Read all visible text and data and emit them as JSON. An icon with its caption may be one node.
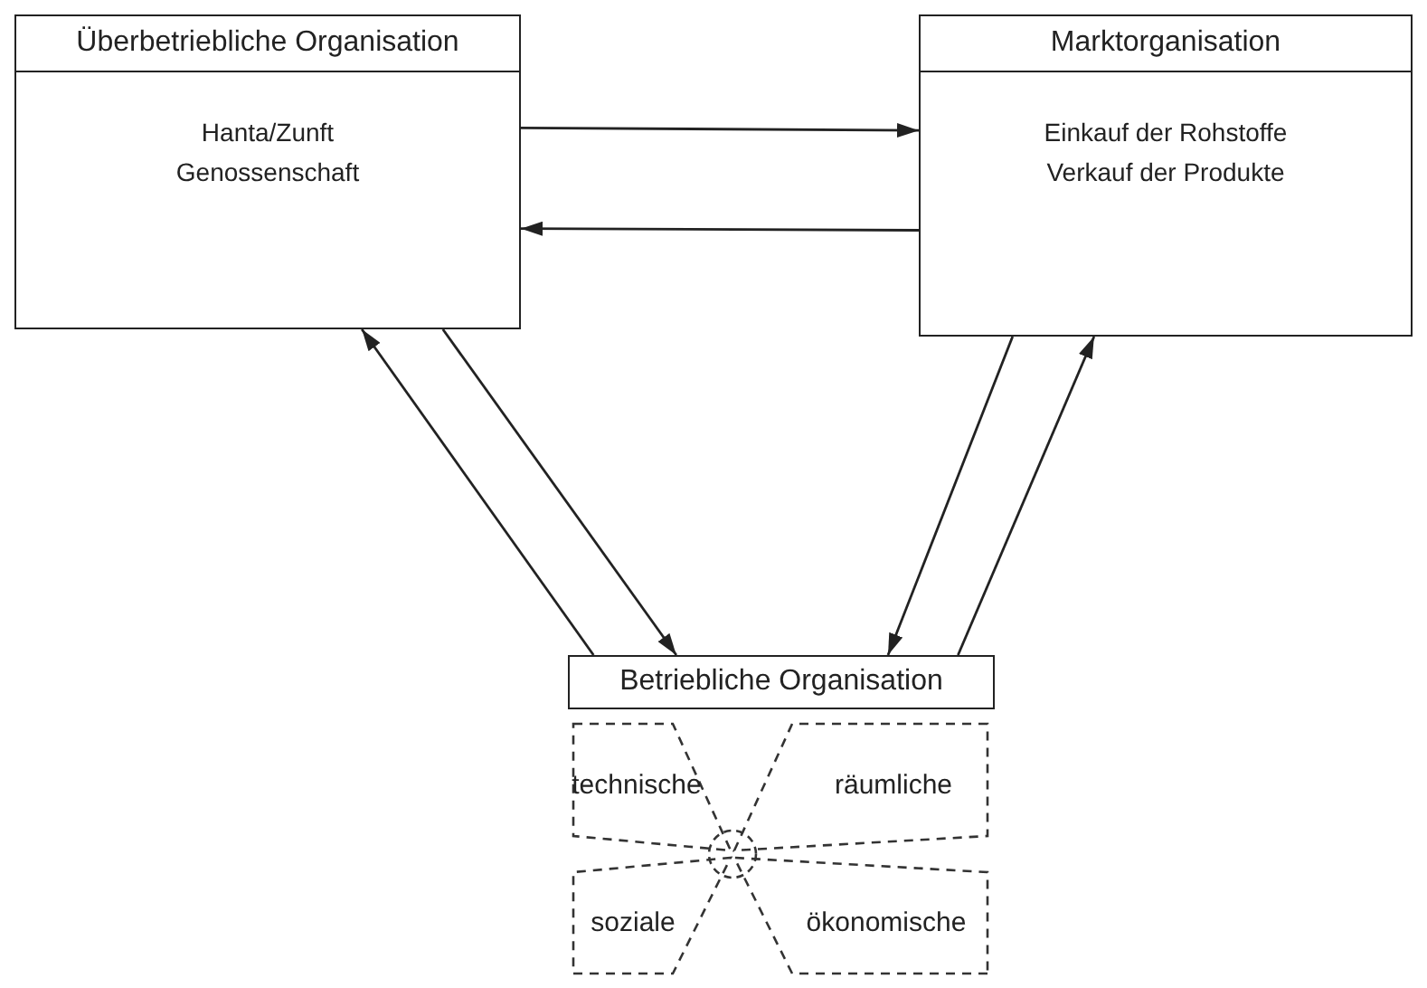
{
  "diagram": {
    "nodes": [
      {
        "text": [
          "Überbetriebliche Organisation",
          "Hanta/Zunft Genossenschaft"
        ]
      },
      {
        "text": [
          "Marktorganisation",
          "Einkauf der Rohstoffe Verkauf der Produkte"
        ]
      },
      {
        "text": [
          "Betriebliche Organisation"
        ]
      },
      {
        "text": [
          "technische"
        ]
      },
      {
        "text": [
          "räumliche"
        ]
      },
      {
        "text": [
          "soziale"
        ]
      },
      {
        "text": [
          "ökonomische"
        ]
      }
    ],
    "edges": [
      {
        "from": 0,
        "to": 1,
        "arrow": "to"
      },
      {
        "from": 1,
        "to": 0,
        "arrow": "to"
      },
      {
        "from": 2,
        "to": 0,
        "arrow": "to"
      },
      {
        "from": 0,
        "to": 2,
        "arrow": "to"
      },
      {
        "from": 1,
        "to": 2,
        "arrow": "to"
      },
      {
        "from": 2,
        "to": 1,
        "arrow": "to"
      }
    ]
  }
}
